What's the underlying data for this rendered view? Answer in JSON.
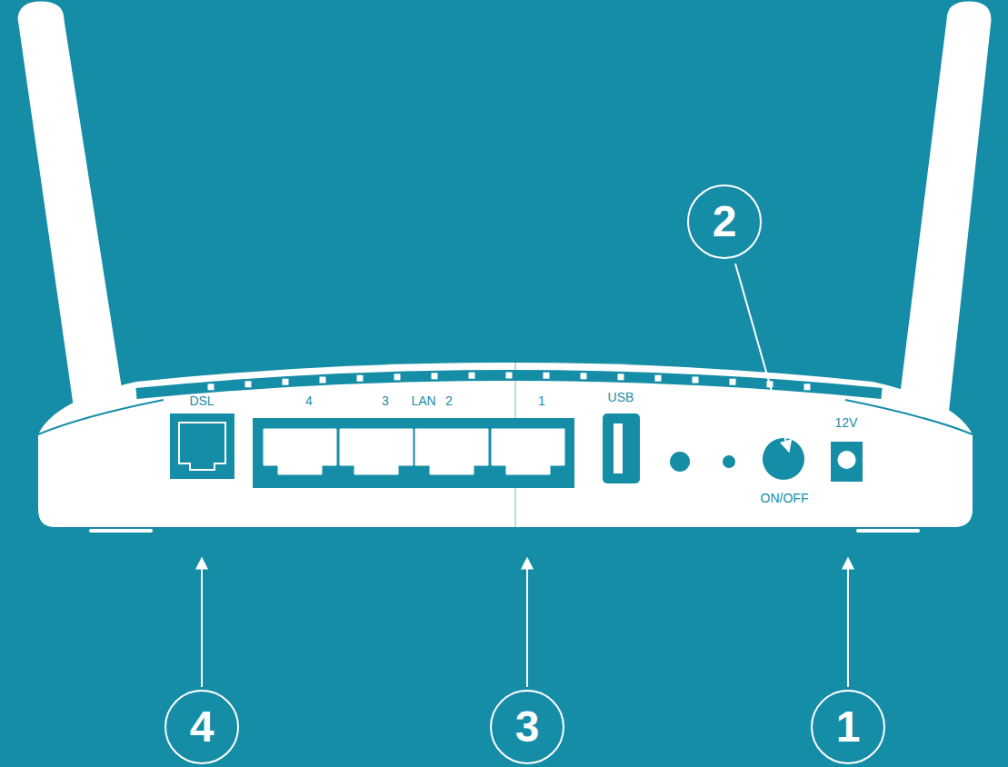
{
  "diagram": {
    "nodes": [
      {
        "text": [
          "2"
        ]
      },
      {
        "text": [
          "4"
        ]
      },
      {
        "text": [
          "3"
        ]
      },
      {
        "text": [
          "1"
        ]
      }
    ],
    "labels": [
      "DSL",
      "4",
      "3",
      "LAN",
      "2",
      "1",
      "USB",
      "ON/OFF",
      "12V"
    ]
  }
}
